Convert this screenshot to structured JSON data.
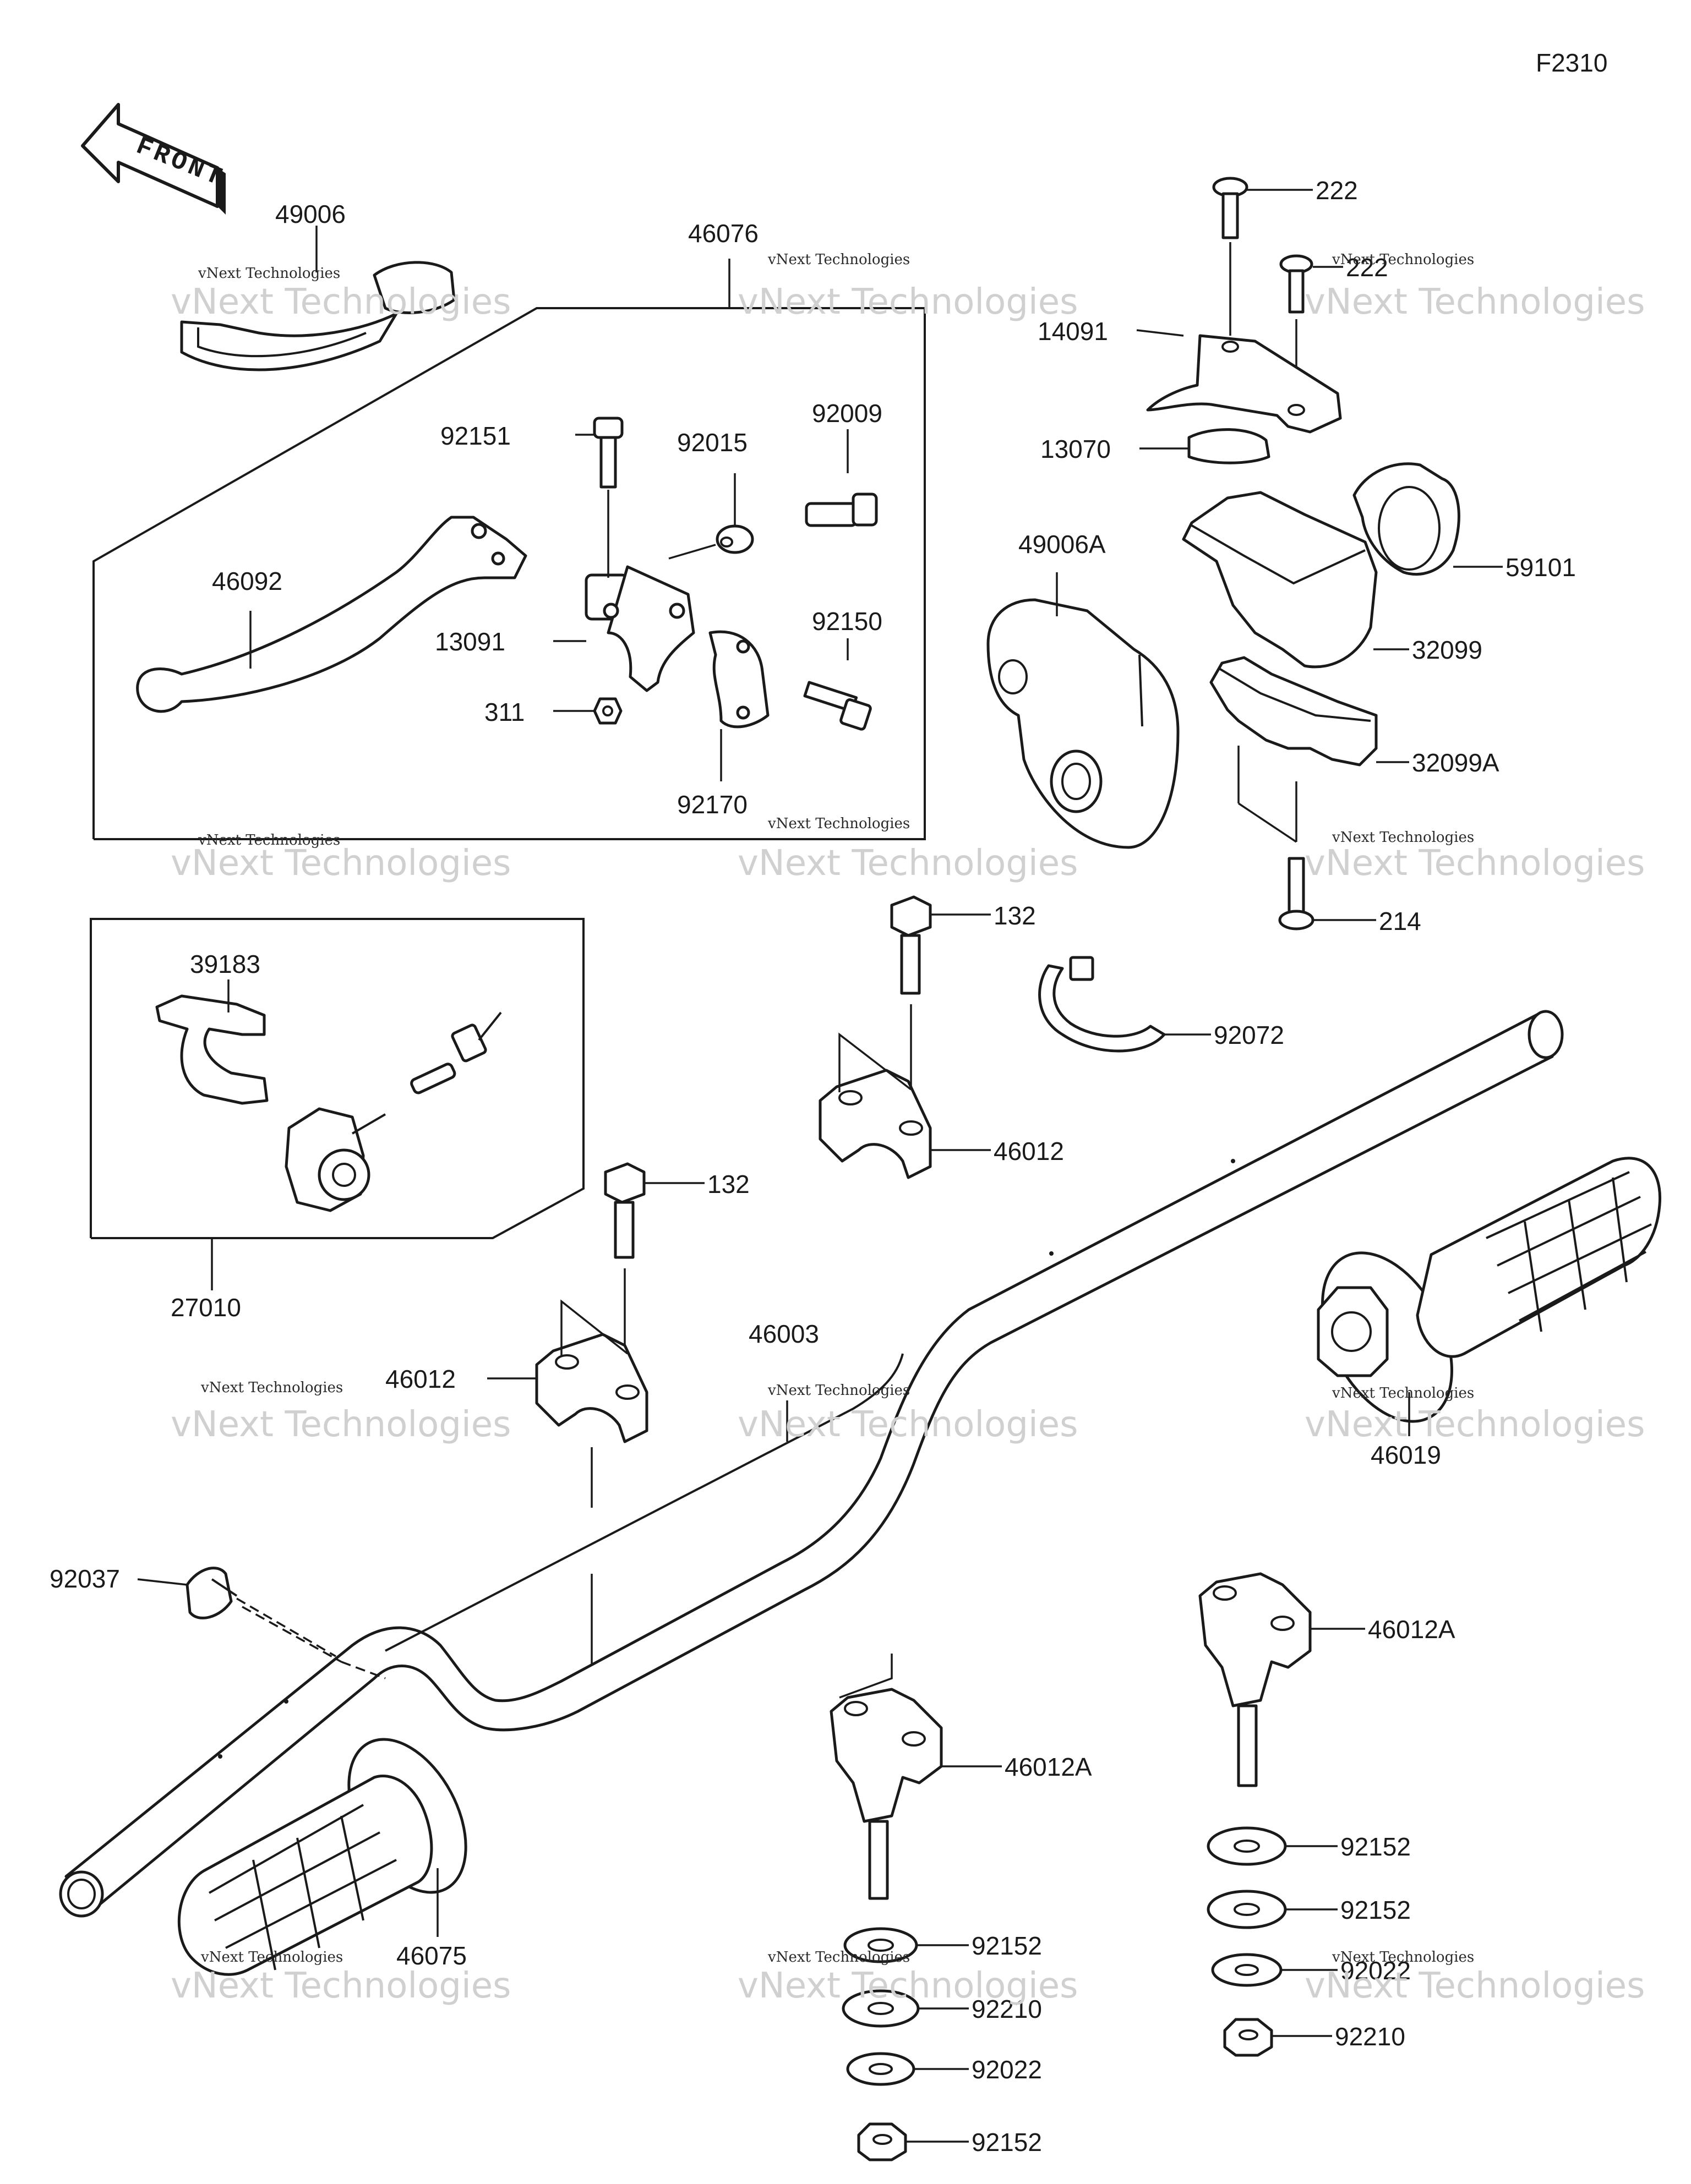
{
  "diagram_code": "F2310",
  "front_arrow_label": "FRONT",
  "watermark_line1": "vNext Technologies",
  "watermark_line2": "vNext Technologies",
  "parts": [
    {
      "id": "p49006",
      "label": "49006"
    },
    {
      "id": "p46076",
      "label": "46076"
    },
    {
      "id": "p222a",
      "label": "222"
    },
    {
      "id": "p222b",
      "label": "222"
    },
    {
      "id": "p14091",
      "label": "14091"
    },
    {
      "id": "p13070",
      "label": "13070"
    },
    {
      "id": "p92151",
      "label": "92151"
    },
    {
      "id": "p92015",
      "label": "92015"
    },
    {
      "id": "p92009",
      "label": "92009"
    },
    {
      "id": "p46092",
      "label": "46092"
    },
    {
      "id": "p49006A",
      "label": "49006A"
    },
    {
      "id": "p59101",
      "label": "59101"
    },
    {
      "id": "p92150",
      "label": "92150"
    },
    {
      "id": "p13091",
      "label": "13091"
    },
    {
      "id": "p32099",
      "label": "32099"
    },
    {
      "id": "p311",
      "label": "311"
    },
    {
      "id": "p32099A",
      "label": "32099A"
    },
    {
      "id": "p92170",
      "label": "92170"
    },
    {
      "id": "p132a",
      "label": "132"
    },
    {
      "id": "p214",
      "label": "214"
    },
    {
      "id": "p39183",
      "label": "39183"
    },
    {
      "id": "p92072",
      "label": "92072"
    },
    {
      "id": "p46012a",
      "label": "46012"
    },
    {
      "id": "p132b",
      "label": "132"
    },
    {
      "id": "p27010",
      "label": "27010"
    },
    {
      "id": "p46003",
      "label": "46003"
    },
    {
      "id": "p46012b",
      "label": "46012"
    },
    {
      "id": "p46019",
      "label": "46019"
    },
    {
      "id": "p92037",
      "label": "92037"
    },
    {
      "id": "p46012Aa",
      "label": "46012A"
    },
    {
      "id": "p46012Ab",
      "label": "46012A"
    },
    {
      "id": "p92152a",
      "label": "92152"
    },
    {
      "id": "p46075",
      "label": "46075"
    },
    {
      "id": "p92152b",
      "label": "92152"
    },
    {
      "id": "p92022a",
      "label": "92022"
    },
    {
      "id": "p92210a",
      "label": "92210"
    },
    {
      "id": "p92152c",
      "label": "92152"
    },
    {
      "id": "p92152d",
      "label": "92152"
    },
    {
      "id": "p92022b",
      "label": "92022"
    },
    {
      "id": "p92210b",
      "label": "92210"
    }
  ]
}
